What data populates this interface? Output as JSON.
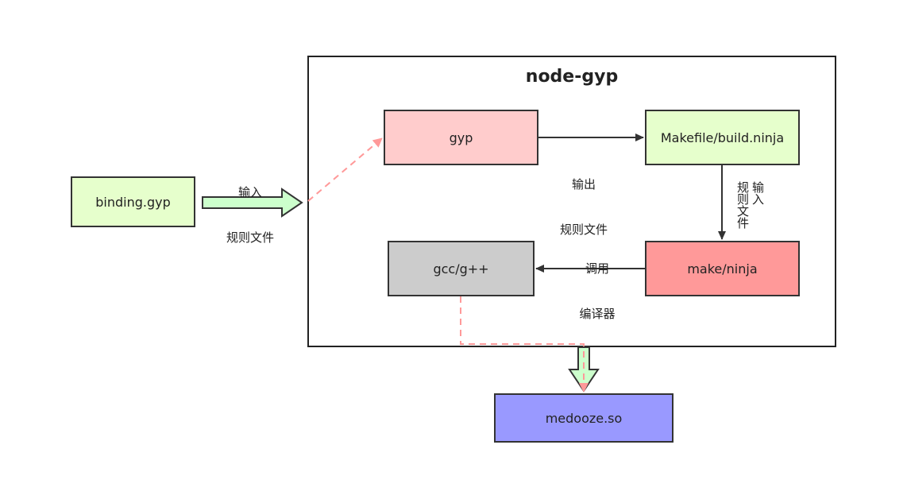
{
  "diagram": {
    "title": "node-gyp",
    "nodes": {
      "binding": {
        "label": "binding.gyp",
        "color": "#e6ffcc"
      },
      "gyp": {
        "label": "gyp",
        "color": "#ffcccc"
      },
      "makefile": {
        "label": "Makefile/build.ninja",
        "color": "#e6ffcc"
      },
      "make": {
        "label": "make/ninja",
        "color": "#ff9999"
      },
      "gcc": {
        "label": "gcc/g++",
        "color": "#cccccc"
      },
      "medooze": {
        "label": "medooze.so",
        "color": "#9999ff"
      }
    },
    "edge_labels": {
      "input_rule_1_line1": "输入",
      "input_rule_1_line2": "规则文件",
      "output_rule_line1": "输出",
      "output_rule_line2": "规则文件",
      "input_rule_2_line1": "输入",
      "input_rule_2_line2": "规则文件",
      "invoke_compiler_line1": "调用",
      "invoke_compiler_line2": "编译器"
    },
    "colors": {
      "big_arrow_fill": "#ccffcc",
      "dashed_arrow": "#ff9999",
      "line": "#333333"
    }
  }
}
